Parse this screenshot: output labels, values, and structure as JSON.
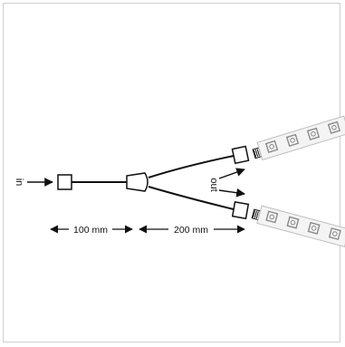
{
  "diagram": {
    "input_label": "in",
    "output_label": "out",
    "dim_left": "100 mm",
    "dim_right": "200 mm"
  },
  "colors": {
    "line": "#111111",
    "strip_fill": "#f4f4f4",
    "strip_edge": "#bdbdbd",
    "led_outline": "#8a8a8a"
  },
  "icons": {
    "led_strip_upper": "led-strip-icon",
    "led_strip_lower": "led-strip-icon"
  }
}
